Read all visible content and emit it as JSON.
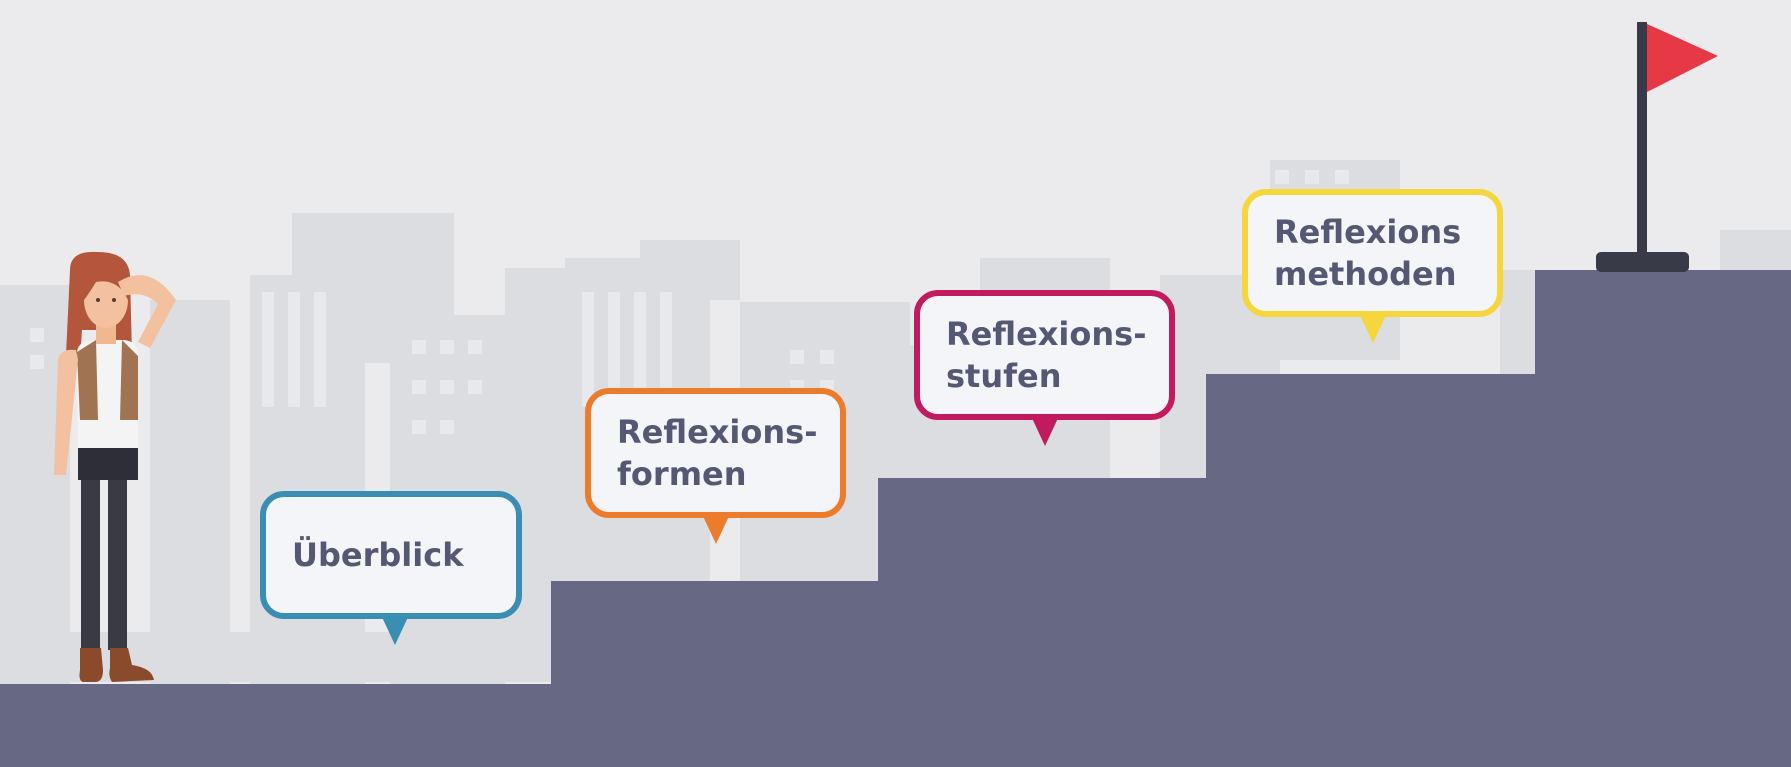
{
  "steps": [
    {
      "label_lines": [
        "Überblick"
      ],
      "color": "#3a8db3"
    },
    {
      "label_lines": [
        "Reflexions-",
        "formen"
      ],
      "color": "#ec7c2c"
    },
    {
      "label_lines": [
        "Reflexions-",
        "stufen"
      ],
      "color": "#c21a5e"
    },
    {
      "label_lines": [
        "Reflexions",
        "methoden"
      ],
      "color": "#f5d63c"
    }
  ],
  "colors": {
    "sky": "#ebebee",
    "buildings": "#dcdde0",
    "stairs": "#666884",
    "flag": "#e63946",
    "text": "#545872"
  },
  "icons": [
    "person-figure",
    "goal-flag",
    "city-skyline"
  ]
}
